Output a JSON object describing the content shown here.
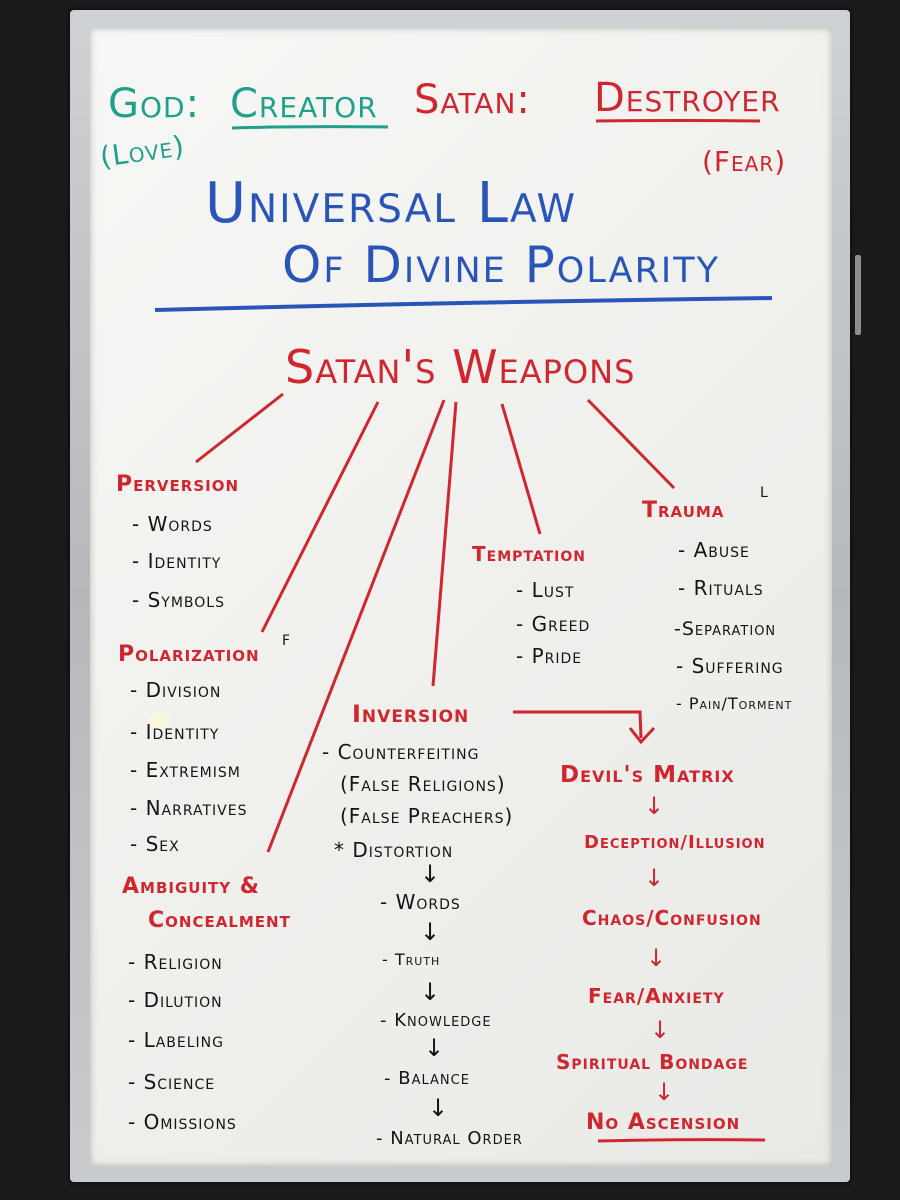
{
  "top": {
    "god": "God:",
    "creator": "Creator",
    "love": "(Love)",
    "satan": "Satan:",
    "destroyer": "Destroyer",
    "fear": "(Fear)"
  },
  "title": {
    "line1": "Universal Law",
    "line2": "Of Divine Polarity"
  },
  "weapons_heading": "Satan's Weapons",
  "perversion": {
    "heading": "Perversion",
    "items": [
      "- Words",
      "- Identity",
      "- Symbols"
    ]
  },
  "polarization": {
    "heading": "Polarization",
    "mark": "F",
    "items": [
      "- Division",
      "- Identity",
      "- Extremism",
      "- Narratives",
      "- Sex"
    ]
  },
  "ambiguity": {
    "heading1": "Ambiguity &",
    "heading2": "Concealment",
    "items": [
      "- Religion",
      "- Dilution",
      "- Labeling",
      "- Science",
      "- Omissions"
    ]
  },
  "temptation": {
    "heading": "Temptation",
    "items": [
      "- Lust",
      "- Greed",
      "- Pride"
    ]
  },
  "trauma": {
    "heading": "Trauma",
    "mark": "L",
    "items": [
      "- Abuse",
      "- Rituals",
      "-Separation",
      "- Suffering",
      "- Pain/Torment"
    ]
  },
  "inversion": {
    "heading": "Inversion",
    "items": [
      "- Counterfeiting",
      "(False Religions)",
      "(False Preachers)",
      "* Distortion"
    ],
    "chain": [
      "- Words",
      "- Truth",
      "- Knowledge",
      "- Balance",
      "- Natural Order"
    ]
  },
  "matrix": {
    "chain": [
      "Devil's Matrix",
      "Deception/Illusion",
      "Chaos/Confusion",
      "Fear/Anxiety",
      "Spiritual Bondage",
      "No Ascension"
    ]
  },
  "colors": {
    "green": "#1fa08b",
    "red": "#cf2630",
    "blue": "#2a55b8",
    "black": "#151515"
  }
}
